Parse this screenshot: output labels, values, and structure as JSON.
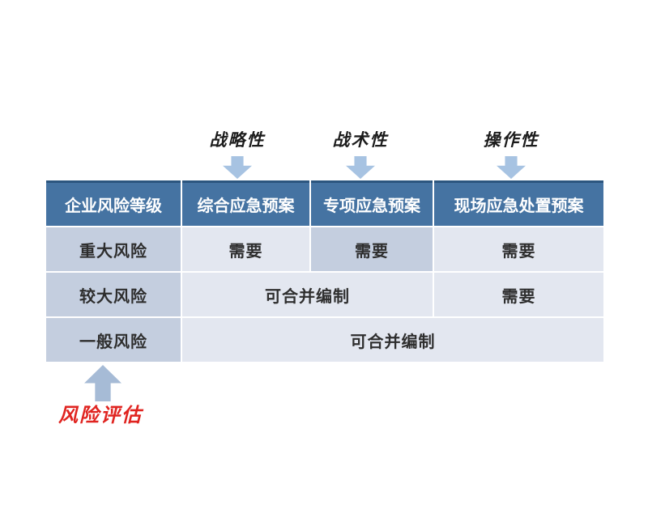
{
  "top_annotations": [
    {
      "label": "战略性",
      "icon": "arrow-down-icon"
    },
    {
      "label": "战术性",
      "icon": "arrow-down-icon"
    },
    {
      "label": "操作性",
      "icon": "arrow-down-icon"
    }
  ],
  "table": {
    "headers": [
      "企业风险等级",
      "综合应急预案",
      "专项应急预案",
      "现场应急处置预案"
    ],
    "rows": [
      {
        "cells": [
          {
            "text": "重大风险",
            "shade": "dark"
          },
          {
            "text": "需要",
            "shade": "light"
          },
          {
            "text": "需要",
            "shade": "dark"
          },
          {
            "text": "需要",
            "shade": "light"
          }
        ]
      },
      {
        "cells": [
          {
            "text": "较大风险",
            "shade": "dark"
          },
          {
            "text": "可合并编制",
            "span": 2,
            "shade": "light"
          },
          {
            "text": "需要",
            "shade": "light"
          }
        ]
      },
      {
        "cells": [
          {
            "text": "一般风险",
            "shade": "dark"
          },
          {
            "text": "可合并编制",
            "span": 3,
            "shade": "light"
          }
        ]
      }
    ]
  },
  "bottom_annotation": {
    "label": "风险评估",
    "icon": "arrow-up-icon"
  },
  "colors": {
    "header_bg": "#4573a2",
    "header_edge": "#2c567f",
    "cell_dark": "#c4cedf",
    "cell_light": "#e3e7f0",
    "arrow_blue": "#a7c3e2",
    "arrow_gray_blue": "#a6bbd6",
    "annotation_red": "#e02420"
  }
}
